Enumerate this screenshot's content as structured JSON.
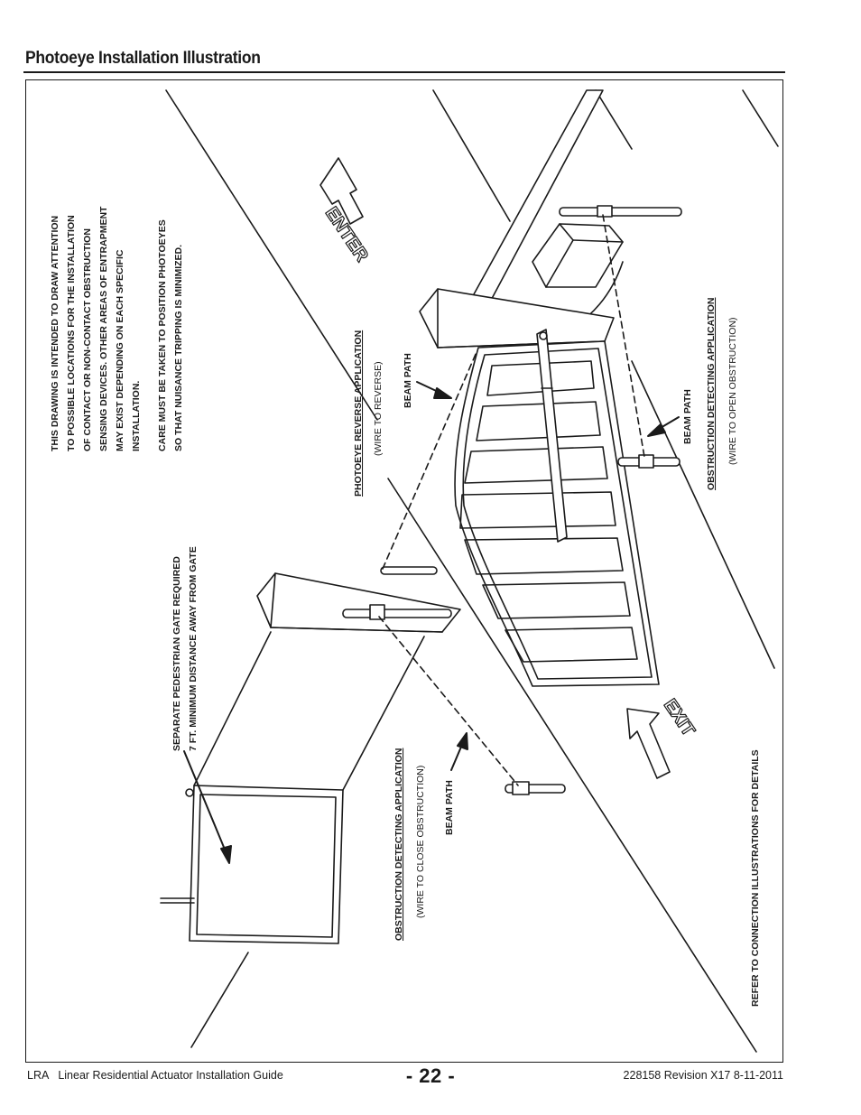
{
  "page": {
    "title": "Photoeye Installation Illustration",
    "footer": {
      "model": "LRA",
      "guide": "Linear Residential Actuator Installation Guide",
      "page_number": "- 22 -",
      "revision": "228158 Revision X17 8-11-2011"
    }
  },
  "diagram": {
    "note_lines": [
      "THIS DRAWING IS INTENDED TO DRAW ATTENTION",
      "TO POSSIBLE LOCATIONS FOR THE INSTALLATION",
      "OF CONTACT OR NON-CONTACT OBSTRUCTION",
      "SENSING DEVICES. OTHER AREAS OF ENTRAPMENT",
      "MAY EXIST DEPENDING ON EACH SPECIFIC",
      "INSTALLATION."
    ],
    "care_lines": [
      "CARE MUST BE TAKEN TO POSITION PHOTOEYES",
      "SO THAT NUISANCE TRIPPING IS MINIMIZED."
    ],
    "pedestrian_lines": [
      "SEPARATE PEDESTRIAN GATE REQUIRED",
      "7 FT. MINIMUM DISTANCE AWAY FROM GATE"
    ],
    "reverse_title": "PHOTOEYE REVERSE APPLICATION",
    "reverse_sub": "(WIRE TO REVERSE)",
    "beam_path_1": "BEAM PATH",
    "beam_path_2": "BEAM PATH",
    "beam_path_3": "BEAM PATH",
    "open_title": "OBSTRUCTION DETECTING APPLICATION",
    "open_sub": "(WIRE TO OPEN OBSTRUCTION)",
    "close_title": "OBSTRUCTION DETECTING APPLICATION",
    "close_sub": "(WIRE TO CLOSE OBSTRUCTION)",
    "refer": "REFER TO CONNECTION ILLUSTRATIONS FOR DETAILS",
    "enter": "ENTER",
    "exit": "EXIT"
  }
}
